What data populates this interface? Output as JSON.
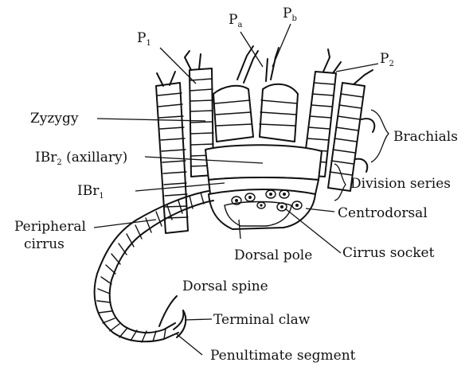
{
  "labels": {
    "p1": {
      "main": "P",
      "sub": "1"
    },
    "pa": {
      "main": "P",
      "sub": "a"
    },
    "pb": {
      "main": "P",
      "sub": "b"
    },
    "p2": {
      "main": "P",
      "sub": "2"
    },
    "zyzygy": "Zyzygy",
    "brachials": "Brachials",
    "ibr2": {
      "main": "IBr",
      "sub": "2",
      "rest": " (axillary)"
    },
    "ibr1": {
      "main": "IBr",
      "sub": "1"
    },
    "division_series": "Division series",
    "centrodorsal": "Centrodorsal",
    "peripheral_cirrus_1": "Peripheral",
    "peripheral_cirrus_2": "cirrus",
    "dorsal_pole": "Dorsal pole",
    "cirrus_socket": "Cirrus socket",
    "dorsal_spine": "Dorsal spine",
    "terminal_claw": "Terminal claw",
    "penultimate_segment": "Penultimate segment"
  },
  "colors": {
    "ink": "#111111",
    "background": "#ffffff"
  }
}
